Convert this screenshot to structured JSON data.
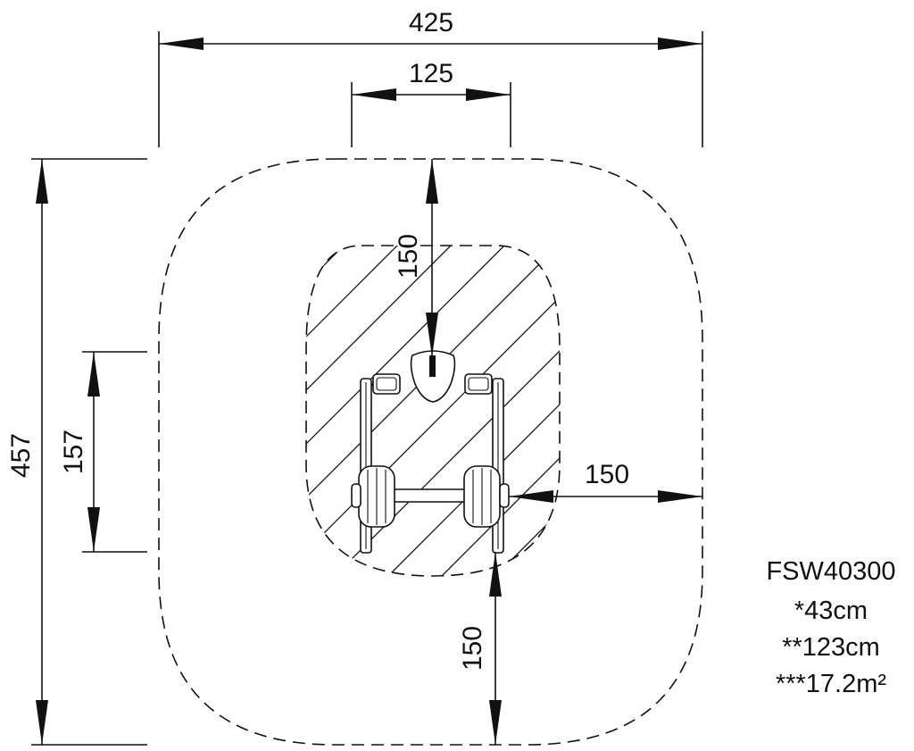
{
  "dimensions": {
    "overall_width": "425",
    "equipment_width": "125",
    "overall_length": "457",
    "equipment_length": "157",
    "clearance_top": "150",
    "clearance_side": "150",
    "clearance_bottom": "150"
  },
  "spec": {
    "product_code": "FSW40300",
    "line1": "*43cm",
    "line2": "**123cm",
    "line3": "***17.2m²"
  },
  "colors": {
    "ink": "#111111",
    "background": "#ffffff"
  }
}
